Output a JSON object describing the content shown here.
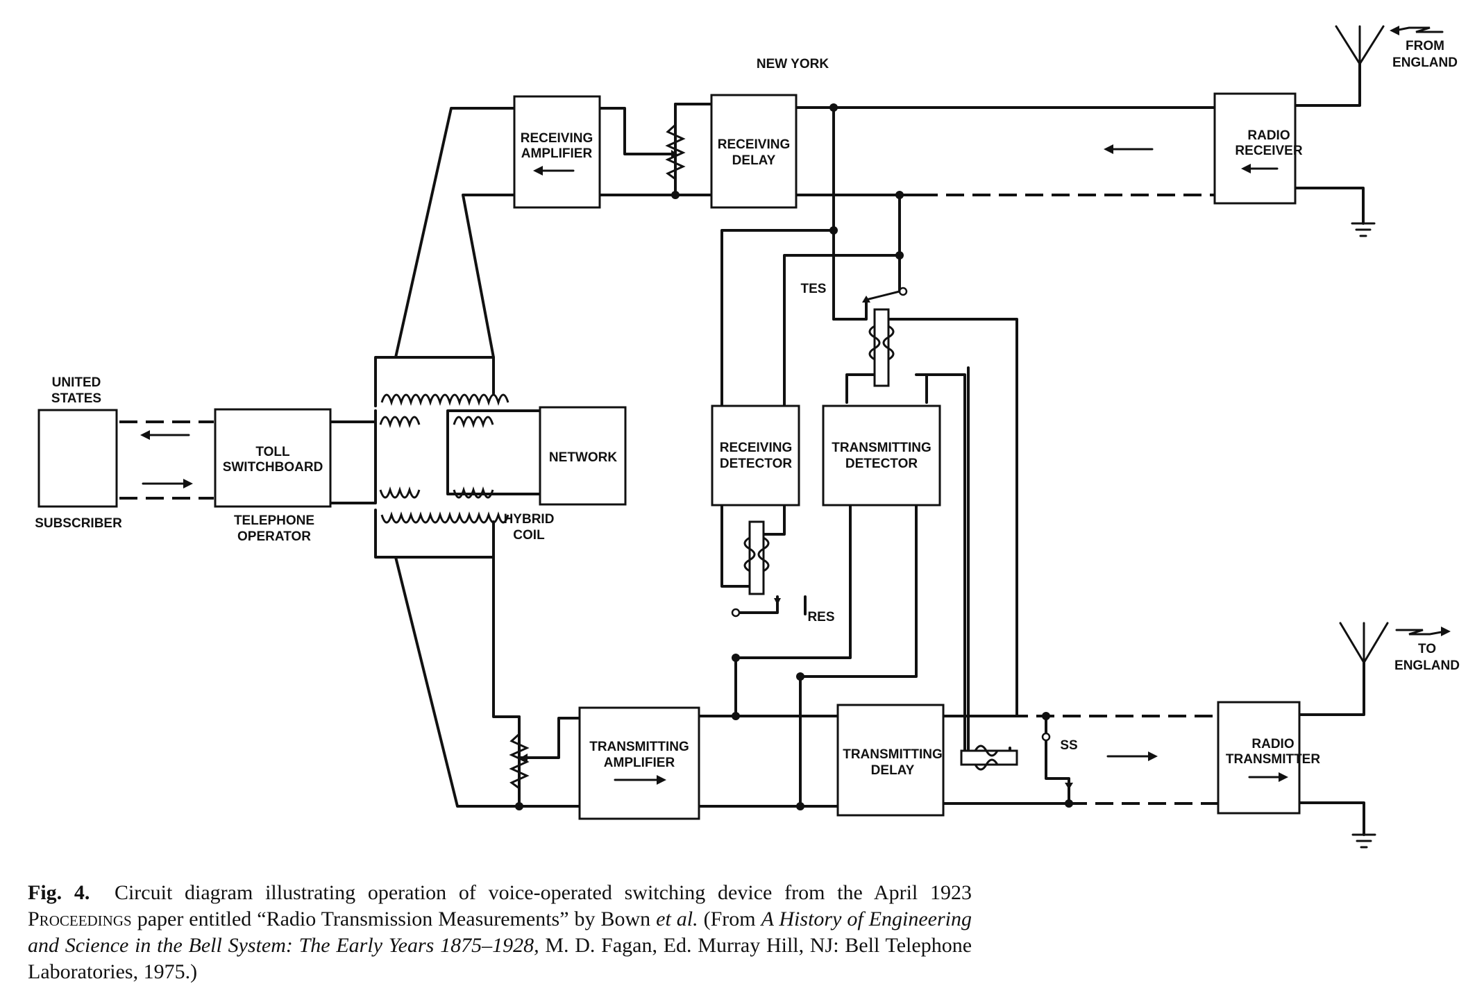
{
  "labels": {
    "new_york": "NEW YORK",
    "from_england_1": "FROM",
    "from_england_2": "ENGLAND",
    "to_england_1": "TO",
    "to_england_2": "ENGLAND",
    "united_states_1": "UNITED",
    "united_states_2": "STATES",
    "subscriber": "SUBSCRIBER",
    "telephone_operator_1": "TELEPHONE",
    "telephone_operator_2": "OPERATOR",
    "hybrid_coil_1": "HYBRID",
    "hybrid_coil_2": "COIL",
    "tes": "TES",
    "res": "RES",
    "ss": "SS"
  },
  "blocks": {
    "receiving_amplifier": [
      "RECEIVING",
      "AMPLIFIER"
    ],
    "receiving_delay": [
      "RECEIVING",
      "DELAY"
    ],
    "radio_receiver": [
      "RADIO",
      "RECEIVER"
    ],
    "toll_switchboard": [
      "TOLL",
      "SWITCHBOARD"
    ],
    "network": [
      "NETWORK"
    ],
    "receiving_detector": [
      "RECEIVING",
      "DETECTOR"
    ],
    "transmitting_detector": [
      "TRANSMITTING",
      "DETECTOR"
    ],
    "transmitting_amplifier": [
      "TRANSMITTING",
      "AMPLIFIER"
    ],
    "transmitting_delay": [
      "TRANSMITTING",
      "DELAY"
    ],
    "radio_transmitter": [
      "RADIO",
      "TRANSMITTER"
    ]
  },
  "caption": {
    "fig_label": "Fig. 4.",
    "text_1": "Circuit diagram illustrating operation of voice-operated switching device from the April 1923 ",
    "proceedings": "Proceedings",
    "text_2": " paper entitled “Radio Transmission Measurements” by Bown ",
    "et_al": "et al.",
    "text_3": " (From ",
    "book_title": "A History of Engineering and Science in the Bell System: The Early Years 1875–1928,",
    "text_4": " M. D. Fagan, Ed.  Murray Hill, NJ: Bell Telephone Laboratories, 1975.)"
  }
}
